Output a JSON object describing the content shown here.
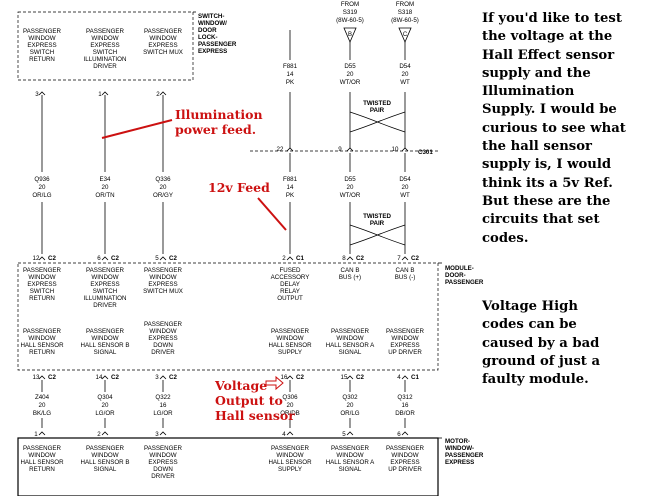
{
  "top_section_label": [
    "SWITCH-",
    "WINDOW/",
    "DOOR",
    "LOCK-",
    "PASSENGER",
    "EXPRESS"
  ],
  "mid_section_label": [
    "MODULE-",
    "DOOR-",
    "PASSENGER"
  ],
  "bot_section_label": [
    "MOTOR-",
    "WINDOW-",
    "PASSENGER",
    "EXPRESS"
  ],
  "top_pins": [
    {
      "lines": [
        "PASSENGER",
        "WINDOW",
        "EXPRESS",
        "SWITCH",
        "RETURN"
      ],
      "pin": "3"
    },
    {
      "lines": [
        "PASSENGER",
        "WINDOW",
        "EXPRESS",
        "SWITCH",
        "ILLUMINATION",
        "DRIVER"
      ],
      "pin": "1"
    },
    {
      "lines": [
        "PASSENGER",
        "WINDOW",
        "EXPRESS",
        "SWITCH MUX"
      ],
      "pin": "2"
    }
  ],
  "top_wires": [
    {
      "circuit": "Q936",
      "gauge": "20",
      "color": "OR/LG"
    },
    {
      "circuit": "E34",
      "gauge": "20",
      "color": "OR/TN"
    },
    {
      "circuit": "Q336",
      "gauge": "20",
      "color": "OR/GY"
    }
  ],
  "from_labels": [
    {
      "from": "FROM",
      "src": "S319",
      "ref": "(8W-60-5)",
      "letter": "B"
    },
    {
      "from": "FROM",
      "src": "S318",
      "ref": "(8W-60-5)",
      "letter": "C"
    }
  ],
  "right_wires_upper": [
    {
      "circuit": "F881",
      "gauge": "14",
      "color": "PK"
    },
    {
      "circuit": "D55",
      "gauge": "20",
      "color": "WT/OR"
    },
    {
      "circuit": "D54",
      "gauge": "20",
      "color": "WT"
    }
  ],
  "c301": {
    "pins": [
      "22",
      "9",
      "10"
    ],
    "label": "C301"
  },
  "right_wires_lower": [
    {
      "circuit": "F881",
      "gauge": "14",
      "color": "PK"
    },
    {
      "circuit": "D55",
      "gauge": "20",
      "color": "WT/OR"
    },
    {
      "circuit": "D54",
      "gauge": "20",
      "color": "WT"
    }
  ],
  "twisted_pair": [
    "TWISTED",
    "PAIR"
  ],
  "mid_top_pins": [
    {
      "pin": "12",
      "conn": "C2",
      "lines": [
        "PASSENGER",
        "WINDOW",
        "EXPRESS",
        "SWITCH",
        "RETURN"
      ]
    },
    {
      "pin": "6",
      "conn": "C2",
      "lines": [
        "PASSENGER",
        "WINDOW",
        "EXPRESS",
        "SWITCH",
        "ILLUMINATION",
        "DRIVER"
      ]
    },
    {
      "pin": "5",
      "conn": "C2",
      "lines": [
        "PASSENGER",
        "WINDOW",
        "EXPRESS",
        "SWITCH MUX"
      ]
    },
    {
      "pin": "2",
      "conn": "C1",
      "lines": [
        "FUSED",
        "ACCESSORY",
        "DELAY",
        "RELAY",
        "OUTPUT"
      ]
    },
    {
      "pin": "8",
      "conn": "C2",
      "lines": [
        "CAN B",
        "BUS (+)"
      ]
    },
    {
      "pin": "7",
      "conn": "C2",
      "lines": [
        "CAN B",
        "BUS (-)"
      ]
    }
  ],
  "mid_bot_pins": [
    {
      "pin": "13",
      "conn": "C2",
      "lines": [
        "PASSENGER",
        "WINDOW",
        "HALL SENSOR",
        "RETURN"
      ]
    },
    {
      "pin": "14",
      "conn": "C2",
      "lines": [
        "PASSENGER",
        "WINDOW",
        "HALL SENSOR B",
        "SIGNAL"
      ]
    },
    {
      "pin": "3",
      "conn": "C2",
      "lines": [
        "PASSENGER",
        "WINDOW",
        "EXPRESS",
        "DOWN",
        "DRIVER"
      ]
    },
    {
      "pin": "16",
      "conn": "C2",
      "lines": [
        "PASSENGER",
        "WINDOW",
        "HALL SENSOR",
        "SUPPLY"
      ]
    },
    {
      "pin": "15",
      "conn": "C2",
      "lines": [
        "PASSENGER",
        "WINDOW",
        "HALL SENSOR A",
        "SIGNAL"
      ]
    },
    {
      "pin": "4",
      "conn": "C1",
      "lines": [
        "PASSENGER",
        "WINDOW",
        "EXPRESS",
        "UP DRIVER"
      ]
    }
  ],
  "bottom_wires": [
    {
      "circuit": "Z404",
      "gauge": "20",
      "color": "BK/LG"
    },
    {
      "circuit": "Q304",
      "gauge": "20",
      "color": "LG/OR"
    },
    {
      "circuit": "Q322",
      "gauge": "16",
      "color": "LG/OR"
    },
    {
      "circuit": "Q306",
      "gauge": "20",
      "color": "OR/DB"
    },
    {
      "circuit": "Q302",
      "gauge": "20",
      "color": "OR/LG"
    },
    {
      "circuit": "Q312",
      "gauge": "16",
      "color": "DB/OR"
    }
  ],
  "motor_pins": [
    {
      "pin": "1",
      "lines": [
        "PASSENGER",
        "WINDOW",
        "HALL SENSOR",
        "RETURN"
      ]
    },
    {
      "pin": "2",
      "lines": [
        "PASSENGER",
        "WINDOW",
        "HALL SENSOR B",
        "SIGNAL"
      ]
    },
    {
      "pin": "3",
      "lines": [
        "PASSENGER",
        "WINDOW",
        "EXPRESS",
        "DOWN",
        "DRIVER"
      ]
    },
    {
      "pin": "4",
      "lines": [
        "PASSENGER",
        "WINDOW",
        "HALL SENSOR",
        "SUPPLY"
      ]
    },
    {
      "pin": "5",
      "lines": [
        "PASSENGER",
        "WINDOW",
        "HALL SENSOR A",
        "SIGNAL"
      ]
    },
    {
      "pin": "6",
      "lines": [
        "PASSENGER",
        "WINDOW",
        "EXPRESS",
        "UP DRIVER"
      ]
    }
  ],
  "annotations": {
    "illumination": [
      "Illumination",
      "power feed."
    ],
    "feed": "12v Feed",
    "voltage": [
      "Voltage",
      "Output to",
      "Hall sensor"
    ]
  },
  "notes": {
    "note1": [
      "If you'd like to test",
      "the voltage at the",
      "Hall Effect sensor",
      "supply and the",
      "Illumination",
      "Supply. I would be",
      "curious to see what",
      "the hall sensor",
      "supply is, I would",
      "think its a 5v Ref.",
      "But these are the",
      "circuits that set",
      "codes."
    ],
    "note2": [
      "Voltage High",
      "codes can be",
      "caused by a bad",
      "ground of just a",
      "faulty module."
    ]
  },
  "colors": {
    "annotation_red": "#cc1111",
    "line": "#000000",
    "background": "#ffffff"
  }
}
